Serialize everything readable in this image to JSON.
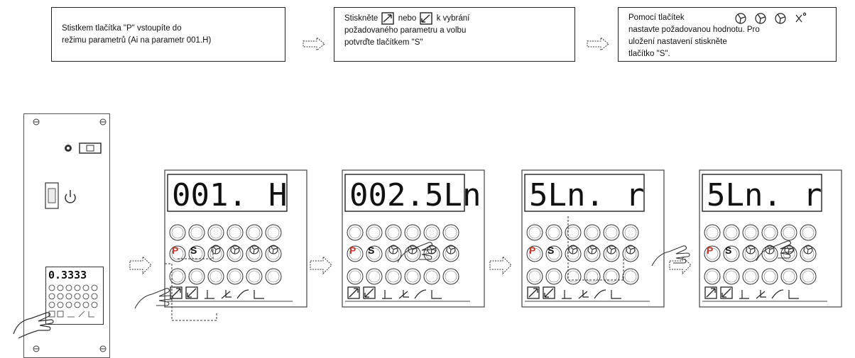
{
  "steps": [
    {
      "line1": "Stistkem tlačítka \"P\" vstoupíte do",
      "line2": "režimu parametrů (Ai na parametr 001.H)"
    },
    {
      "line1a": "Stiskněte",
      "line1b": "nebo",
      "line1c": "k vybrání",
      "line2": "požadovaného parametru a volbu",
      "line3": "potvrďte tlačítkem \"S\""
    },
    {
      "line1": "Pomocí tlačítek",
      "line2": "nastavte požadovanou hodnotu. Pro",
      "line3": "uložení nastavení stiskněte",
      "line4": "tlačítko \"S\"."
    }
  ],
  "panel": {
    "readout": "0.3333"
  },
  "displays": [
    {
      "left": "001.",
      "right": "H"
    },
    {
      "left": "002.5Ln",
      "right": ""
    },
    {
      "left": "5Ln.",
      "right": "r"
    },
    {
      "left": "5Ln.",
      "right": "r"
    }
  ],
  "keys": {
    "p": "P",
    "s": "S"
  },
  "icons": [
    "fan-icon",
    "up-arrow-icon",
    "down-arrow-icon",
    "hand-pointer-icon",
    "power-icon",
    "gear-icon"
  ]
}
